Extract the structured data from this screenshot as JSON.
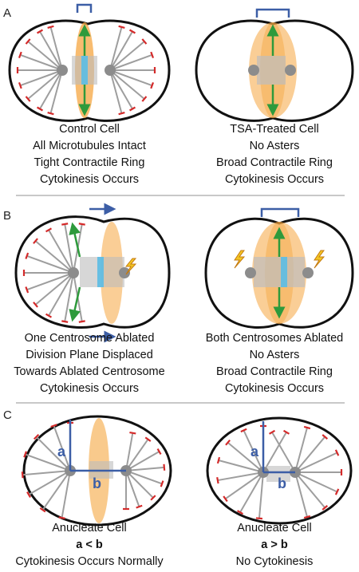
{
  "panels": {
    "a": {
      "label": "A",
      "left": [
        "Control Cell",
        "All Microtubules Intact",
        "Tight Contractile Ring",
        "Cytokinesis Occurs"
      ],
      "right": [
        "TSA-Treated Cell",
        "No Asters",
        "Broad Contractile Ring",
        "Cytokinesis Occurs"
      ]
    },
    "b": {
      "label": "B",
      "left": [
        "One Centrosome Ablated",
        "Division Plane Displaced",
        "Towards Ablated Centrosome",
        "Cytokinesis Occurs"
      ],
      "right": [
        "Both Centrosomes Ablated",
        "No Asters",
        "Broad Contractile Ring",
        "Cytokinesis Occurs"
      ]
    },
    "c": {
      "label": "C",
      "left": [
        "Anucleate Cell",
        "a < b",
        "Cytokinesis Occurs Normally"
      ],
      "right": [
        "Anucleate Cell",
        "a > b",
        "No Cytokinesis"
      ],
      "dist_a": "a",
      "dist_b": "b"
    }
  },
  "colors": {
    "microtubule": "#9e9e9e",
    "plus_end": "#d42a2a",
    "furrow": "#f5a640",
    "force": "#2e9a3c",
    "bracket": "#3c5ea6",
    "chromatin": "#5bbde4",
    "laser": "#f3c623"
  },
  "icons": [
    "centrosome-icon",
    "laser-ablation-icon",
    "movement-arrow-icon"
  ]
}
